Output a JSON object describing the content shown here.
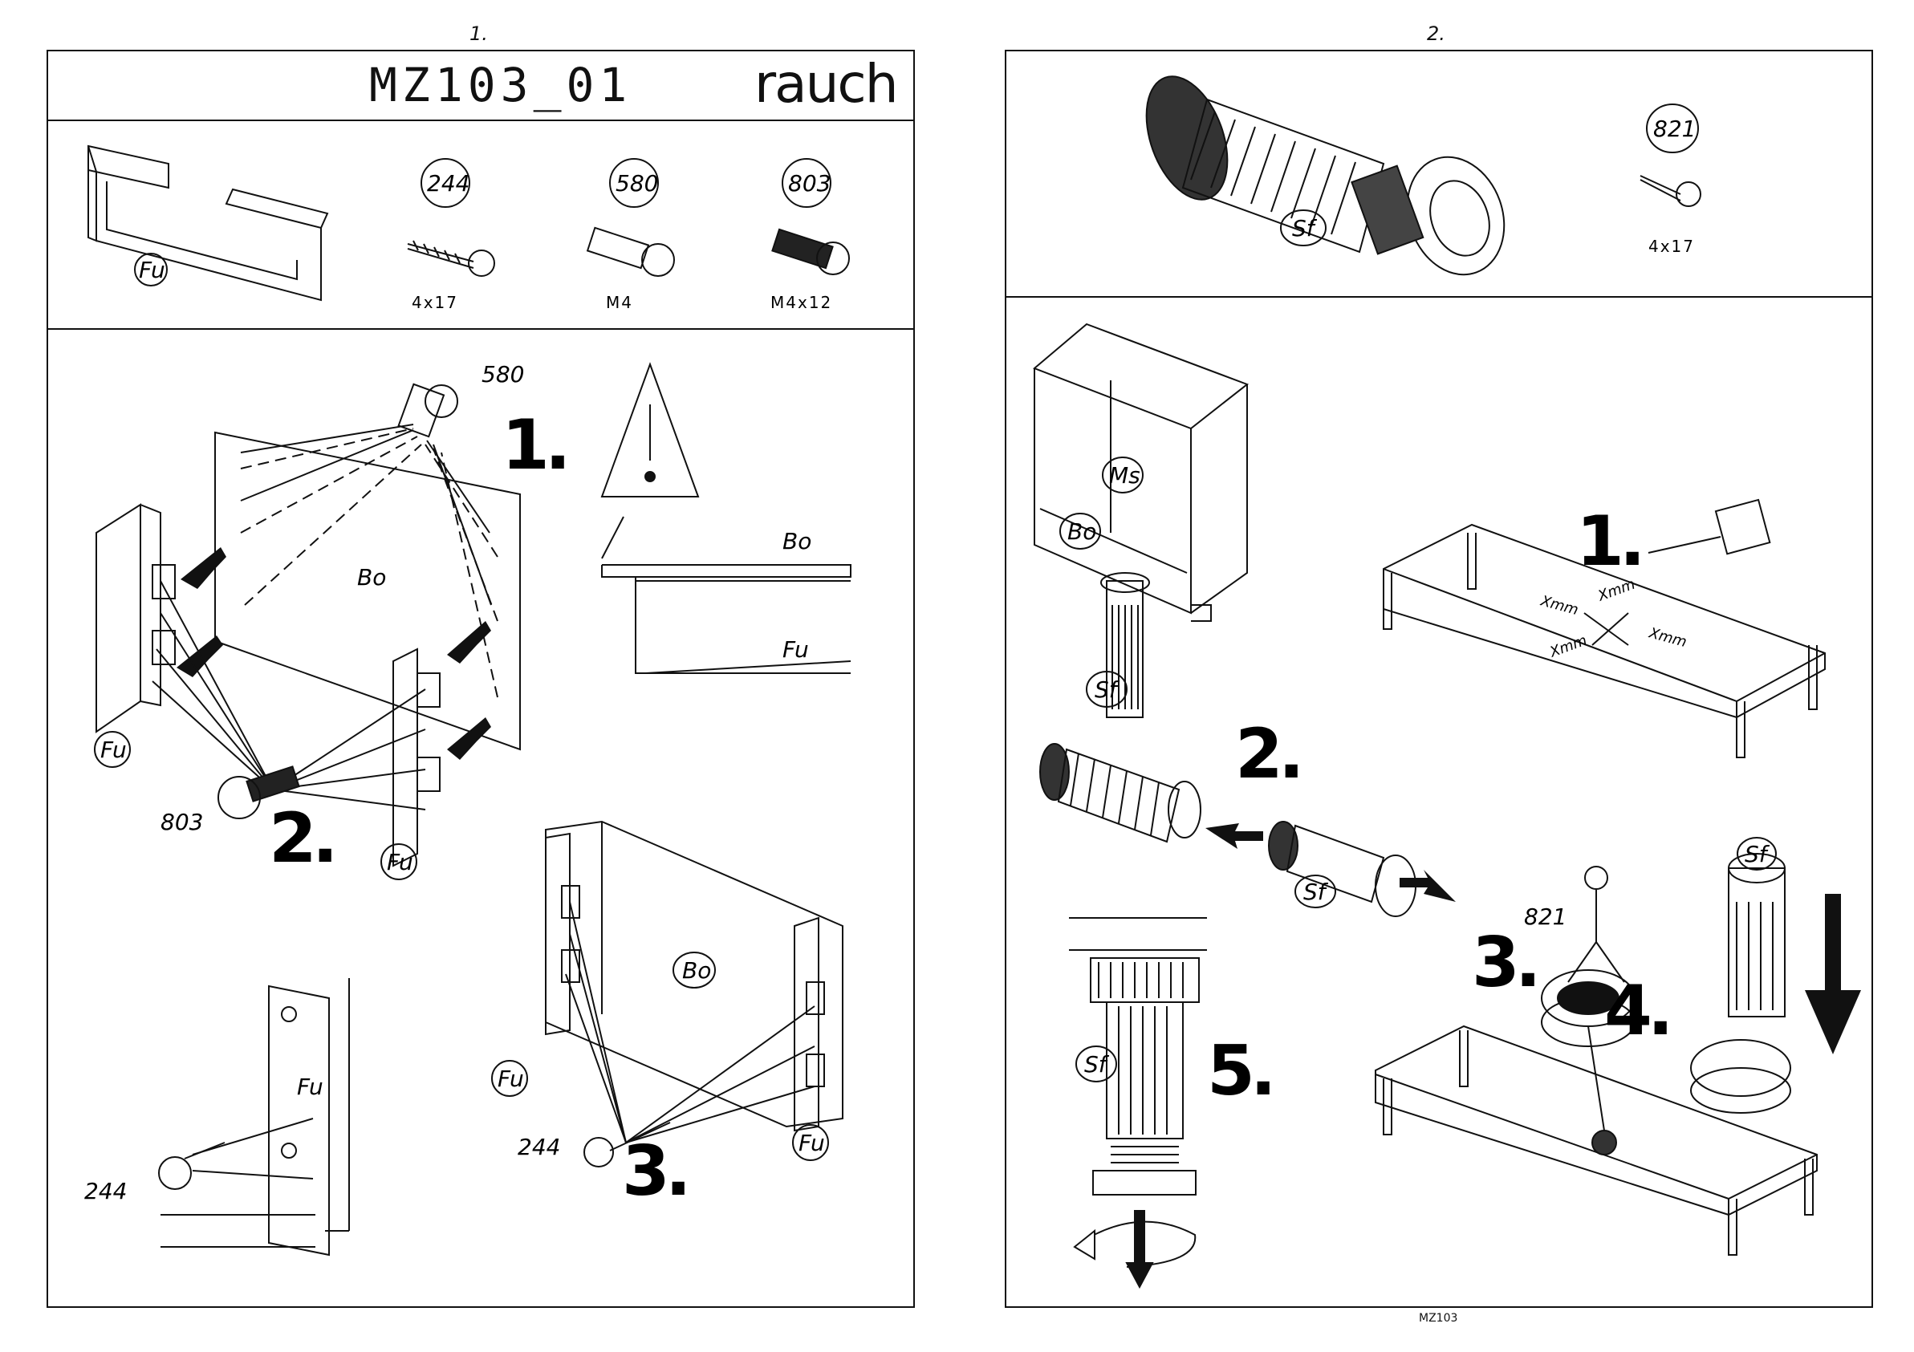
{
  "left_page": {
    "page_number": "1.",
    "title": "MZ103_01",
    "brand": "rauch",
    "parts": [
      {
        "code": "Fu"
      },
      {
        "code": "244",
        "size": "4x17"
      },
      {
        "code": "580",
        "size": "M4"
      },
      {
        "code": "803",
        "size": "M4x12"
      }
    ],
    "steps": [
      "1.",
      "2.",
      "3."
    ],
    "labels": {
      "bo": "Bo",
      "fu": "Fu",
      "p580": "580",
      "p803": "803",
      "p244": "244"
    }
  },
  "right_page": {
    "page_number": "2.",
    "parts": [
      {
        "code": "Sf"
      },
      {
        "code": "821",
        "size": "4x17"
      }
    ],
    "steps": [
      "1.",
      "2.",
      "3.",
      "4.",
      "5."
    ],
    "labels": {
      "ms": "Ms",
      "bo": "Bo",
      "sf": "Sf",
      "p821": "821",
      "xmm": "Xmm"
    },
    "footer": "MZ103"
  }
}
